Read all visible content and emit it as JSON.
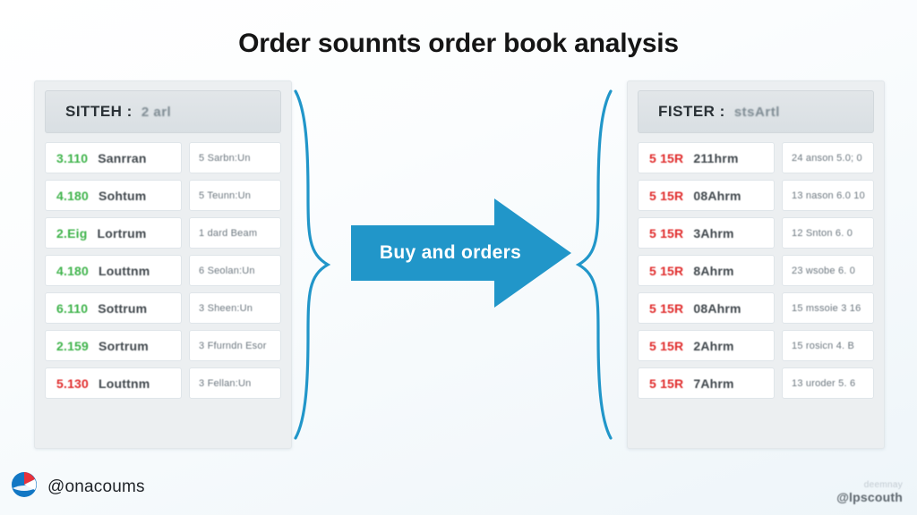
{
  "title": "Order sounnts order book analysis",
  "colors": {
    "accent_blue": "#2196c9",
    "buy_green": "#3eb34a",
    "sell_red": "#e02b2b",
    "panel_bg": "#eceff1"
  },
  "left_panel": {
    "header": {
      "label": "SITTEH :",
      "value": "2 arl"
    },
    "rows": [
      {
        "price": "3.110",
        "qty": "Sanrran",
        "side": "buy",
        "note": "5 Sarbn:Un"
      },
      {
        "price": "4.180",
        "qty": "Sohtum",
        "side": "buy",
        "note": "5 Teunn:Un"
      },
      {
        "price": "2.Eig",
        "qty": "Lortrum",
        "side": "buy",
        "note": "1 dard Beam"
      },
      {
        "price": "4.180",
        "qty": "Louttnm",
        "side": "buy",
        "note": "6 Seolan:Un"
      },
      {
        "price": "6.110",
        "qty": "Sottrum",
        "side": "buy",
        "note": "3 Sheen:Un"
      },
      {
        "price": "2.159",
        "qty": "Sortrum",
        "side": "buy",
        "note": "3 Ffurndn Esor"
      },
      {
        "price": "5.130",
        "qty": "Louttnm",
        "side": "sell",
        "note": "3 Fellan:Un"
      }
    ]
  },
  "right_panel": {
    "header": {
      "label": "FISTER :",
      "value": "stsArtl"
    },
    "rows": [
      {
        "price": "5 15R",
        "qty": "211hrm",
        "side": "sell",
        "note": "24 anson 5.0; 0"
      },
      {
        "price": "5 15R",
        "qty": "08Ahrm",
        "side": "sell",
        "note": "13 nason 6.0 10"
      },
      {
        "price": "5 15R",
        "qty": "3Ahrm",
        "side": "sell",
        "note": "12 Snton 6. 0"
      },
      {
        "price": "5 15R",
        "qty": "8Ahrm",
        "side": "sell",
        "note": "23 wsobe 6. 0"
      },
      {
        "price": "5 15R",
        "qty": "08Ahrm",
        "side": "sell",
        "note": "15 mssoie 3 16"
      },
      {
        "price": "5 15R",
        "qty": "2Ahrm",
        "side": "sell",
        "note": "15 rosicn 4. B"
      },
      {
        "price": "5 15R",
        "qty": "7Ahrm",
        "side": "sell",
        "note": "13 uroder 5. 6"
      }
    ]
  },
  "arrow": {
    "label": "Buy and orders"
  },
  "footer": {
    "left_handle": "@onacoums",
    "right_top": "deemnay",
    "right_handle": "@lpscouth"
  }
}
